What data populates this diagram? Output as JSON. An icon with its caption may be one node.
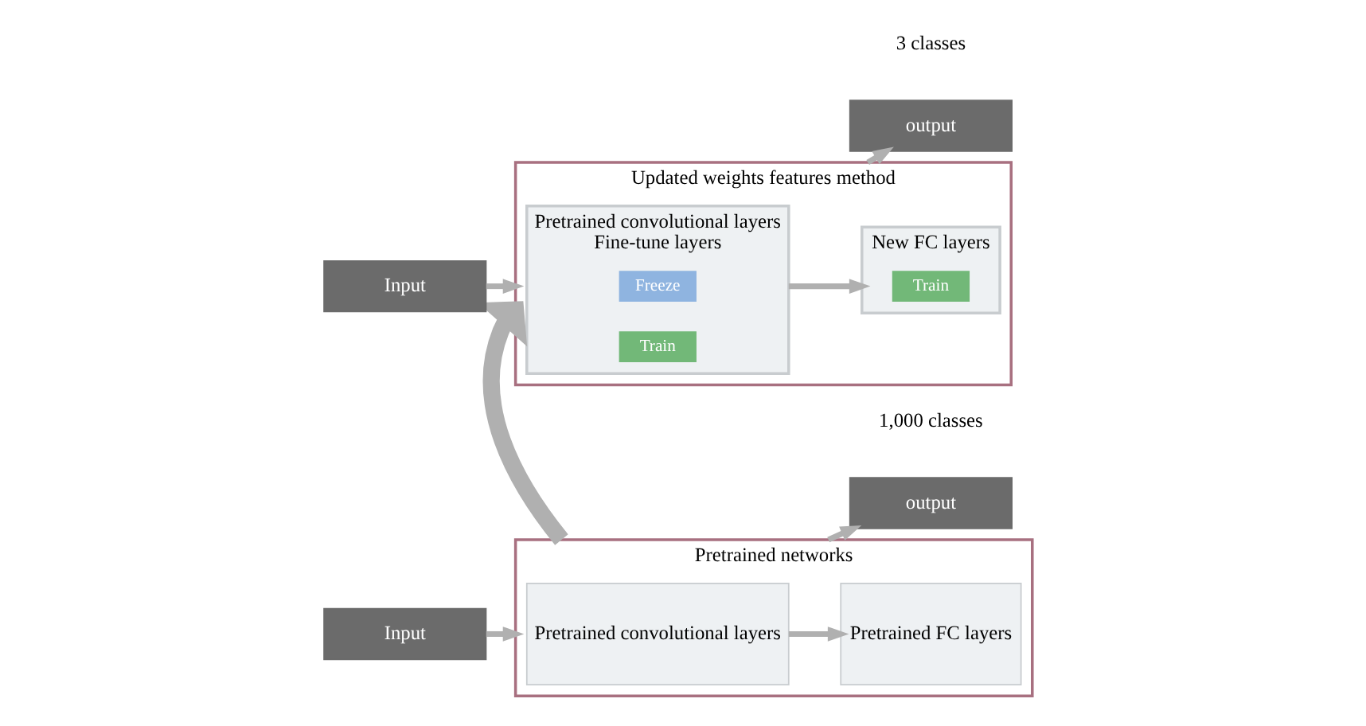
{
  "diagram": {
    "nodes": [
      {
        "text": [
          "Pretrained networks"
        ]
      },
      {
        "text": [
          "Input"
        ]
      },
      {
        "text": [
          "Pretrained convolutional layers"
        ],
        "in": 0
      },
      {
        "text": [
          "Pretrained FC layers"
        ],
        "in": 0
      },
      {
        "text": [
          "output"
        ],
        "beside": [
          "1,000 classes"
        ]
      },
      {
        "text": [
          "Updated weights features method"
        ]
      },
      {
        "text": [
          "Input"
        ]
      },
      {
        "text": [
          "Pretrained convolutional layers",
          "Fine-tune layers"
        ],
        "in": 5
      },
      {
        "text": [
          "Freeze"
        ],
        "in": 7
      },
      {
        "text": [
          "Train"
        ],
        "in": 7
      },
      {
        "text": [
          "New FC layers"
        ],
        "in": 5
      },
      {
        "text": [
          "Train"
        ],
        "in": 10
      },
      {
        "text": [
          "output"
        ],
        "beside": [
          "3 classes"
        ]
      }
    ],
    "edges": [
      {
        "from": 1,
        "to": 0,
        "arrow": "to"
      },
      {
        "from": 2,
        "to": 3,
        "arrow": "to"
      },
      {
        "from": 0,
        "to": 4,
        "arrow": "to"
      },
      {
        "from": 0,
        "to": 5,
        "arrow": "to",
        "style": "thick"
      },
      {
        "from": 6,
        "to": 5,
        "arrow": "to"
      },
      {
        "from": 7,
        "to": 10,
        "arrow": "to"
      },
      {
        "from": 5,
        "to": 12,
        "arrow": "to"
      }
    ]
  }
}
